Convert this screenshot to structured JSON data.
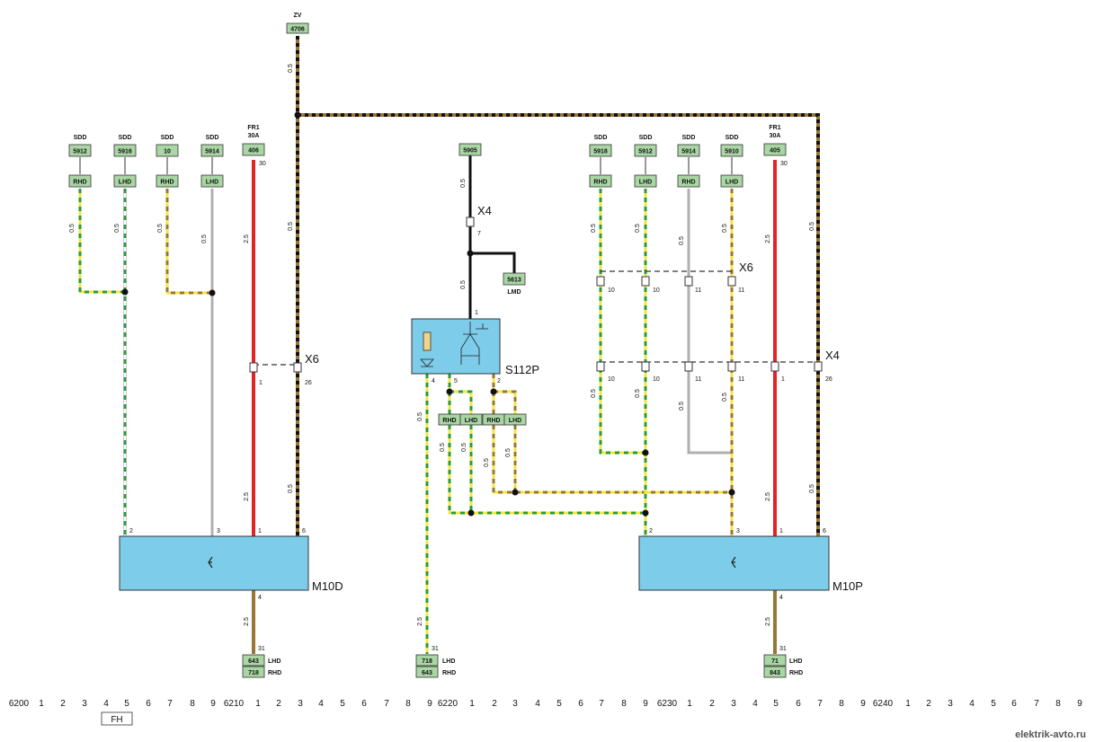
{
  "supply": {
    "label": "ZV",
    "code": "4706"
  },
  "watermark": "elektrik-avto.ru",
  "left_box": {
    "label": "M10D"
  },
  "right_box": {
    "label": "M10P"
  },
  "switch": {
    "label": "S112P"
  },
  "connectors": {
    "x4": "X4",
    "x6": "X6"
  },
  "fuse_label": {
    "line1": "FR1",
    "line2": "30A"
  },
  "sdd": "SDD",
  "left_sdd_codes": [
    "5912",
    "5916",
    "10",
    "5914"
  ],
  "right_sdd_codes": [
    "5918",
    "5912",
    "5914",
    "5910"
  ],
  "fuse_codes": {
    "left": "406",
    "right": "405"
  },
  "rhd": "RHD",
  "lhd": "LHD",
  "lmd": "LMD",
  "s112_feed_code": "5905",
  "lmd_code": "5613",
  "bottom_codes": {
    "left": [
      "643",
      "718"
    ],
    "middle": [
      "718",
      "643"
    ],
    "right": [
      "71",
      "843"
    ]
  },
  "wire_sizes": {
    "small": "0.5",
    "large": "2.5"
  },
  "pins": {
    "p1": "1",
    "p2": "2",
    "p3": "3",
    "p4": "4",
    "p5": "5",
    "p6": "6",
    "p7": "7",
    "p10": "10",
    "p11": "11",
    "p26": "26",
    "p30": "30",
    "p31": "31"
  },
  "ruler": [
    "6200",
    "1",
    "2",
    "3",
    "4",
    "5",
    "6",
    "7",
    "8",
    "9",
    "6210",
    "1",
    "2",
    "3",
    "4",
    "5",
    "6",
    "7",
    "8",
    "9",
    "6220",
    "1",
    "2",
    "3",
    "4",
    "5",
    "6",
    "7",
    "8",
    "9",
    "6230",
    "1",
    "2",
    "3",
    "4",
    "5",
    "6",
    "7",
    "8",
    "9",
    "6240",
    "1",
    "2",
    "3",
    "4",
    "5",
    "6",
    "7",
    "8",
    "9"
  ],
  "ruler_tag": "FH",
  "colors": {
    "box": "#7dcdea",
    "tag": "#a9d6a4",
    "red": "#e02424",
    "brown": "#9a7535",
    "grey": "#b0b0b0",
    "green": "#2a9a3a",
    "yellow": "#f2e640",
    "black": "#111111"
  }
}
